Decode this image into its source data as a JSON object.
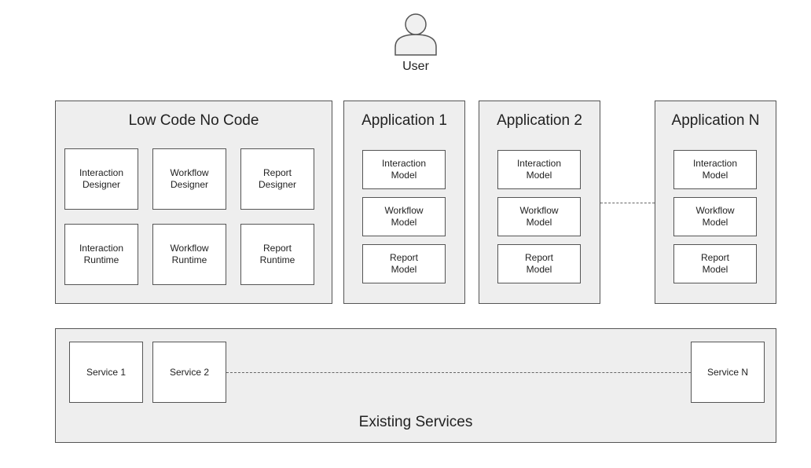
{
  "user": {
    "icon": "user-icon",
    "label": "User"
  },
  "low_code": {
    "title": "Low Code No Code",
    "boxes": [
      "Interaction\nDesigner",
      "Workflow\nDesigner",
      "Report\nDesigner",
      "Interaction\nRuntime",
      "Workflow\nRuntime",
      "Report\nRuntime"
    ]
  },
  "applications": [
    {
      "title": "Application 1",
      "models": [
        "Interaction\nModel",
        "Workflow\nModel",
        "Report\nModel"
      ]
    },
    {
      "title": "Application 2",
      "models": [
        "Interaction\nModel",
        "Workflow\nModel",
        "Report\nModel"
      ]
    },
    {
      "title": "Application N",
      "models": [
        "Interaction\nModel",
        "Workflow\nModel",
        "Report\nModel"
      ]
    }
  ],
  "services": {
    "title": "Existing Services",
    "items": [
      "Service 1",
      "Service 2",
      "Service N"
    ]
  },
  "colors": {
    "container_fill": "#eeeeee",
    "box_fill": "#ffffff",
    "stroke": "#555555"
  }
}
